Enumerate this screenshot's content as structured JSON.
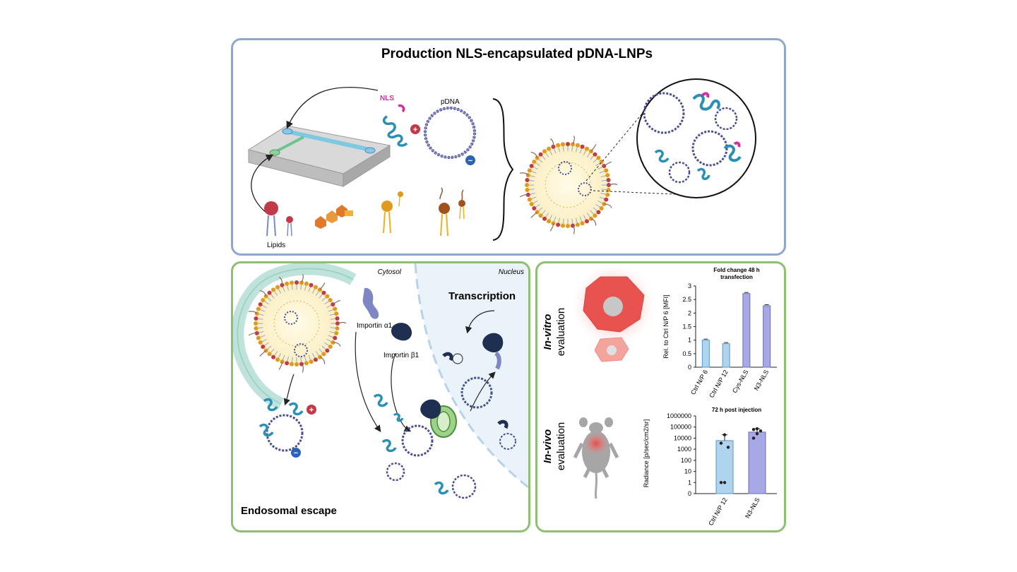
{
  "top_panel": {
    "title": "Production NLS-encapsulated pDNA-LNPs",
    "nls_label": "NLS",
    "pdna_label": "pDNA",
    "lipids_label": "Lipids",
    "plus_sign": "+",
    "minus_sign": "−"
  },
  "mechanism_panel": {
    "cytosol_label": "Cytosol",
    "nucleus_label": "Nucleus",
    "transcription_label": "Transcription",
    "importin_a1_label": "Importin α1",
    "importin_b1_label": "Importin β1",
    "endosomal_escape_label": "Endosomal escape",
    "plus_sign": "+",
    "minus_sign": "−"
  },
  "evaluation_panel": {
    "in_vitro_label": "In-vitro",
    "in_vivo_label": "In-vivo",
    "evaluation_label": "evaluation"
  },
  "colors": {
    "top_border": "#8fa6cf",
    "green_border": "#8fbf73",
    "bar_light_blue": "#aed4f0",
    "bar_purple": "#a7a9e6",
    "lipid_head": "#e09a1c",
    "lipid_red": "#c23a4a",
    "dna_teal": "#2a8fb5",
    "nls_magenta": "#d0309a"
  },
  "chart_data": [
    {
      "type": "bar",
      "title": "Fold change 48 h transfection",
      "title_line1": "Fold change 48 h",
      "title_line2": "transfection",
      "categories": [
        "Ctrl N/P 6",
        "Ctrl N/P 12",
        "Cys-NLS",
        "N3-NLS"
      ],
      "values": [
        1.0,
        0.87,
        2.72,
        2.27
      ],
      "ylabel": "Rel. to Ctrl N/P 6 [MFI]",
      "xlabel": "",
      "ylim": [
        0,
        3
      ],
      "yticks": [
        "0",
        "0.5",
        "1",
        "1.5",
        "2",
        "2.5",
        "3"
      ],
      "grid": false
    },
    {
      "type": "bar",
      "title": "72 h post injection",
      "categories": [
        "Ctrl N/P 12",
        "N3-NLS"
      ],
      "values": [
        6000,
        35000
      ],
      "points": [
        [
          1,
          1,
          1500,
          3500,
          20000
        ],
        [
          10000,
          25000,
          45000,
          60000,
          70000
        ]
      ],
      "ylabel": "Radiance [p/sec/cm2/sr]",
      "xlabel": "",
      "scale": "log",
      "ylim": [
        0,
        1000000
      ],
      "yticks": [
        "0",
        "1",
        "10",
        "100",
        "1000",
        "10000",
        "100000",
        "1000000"
      ],
      "grid": false
    }
  ]
}
